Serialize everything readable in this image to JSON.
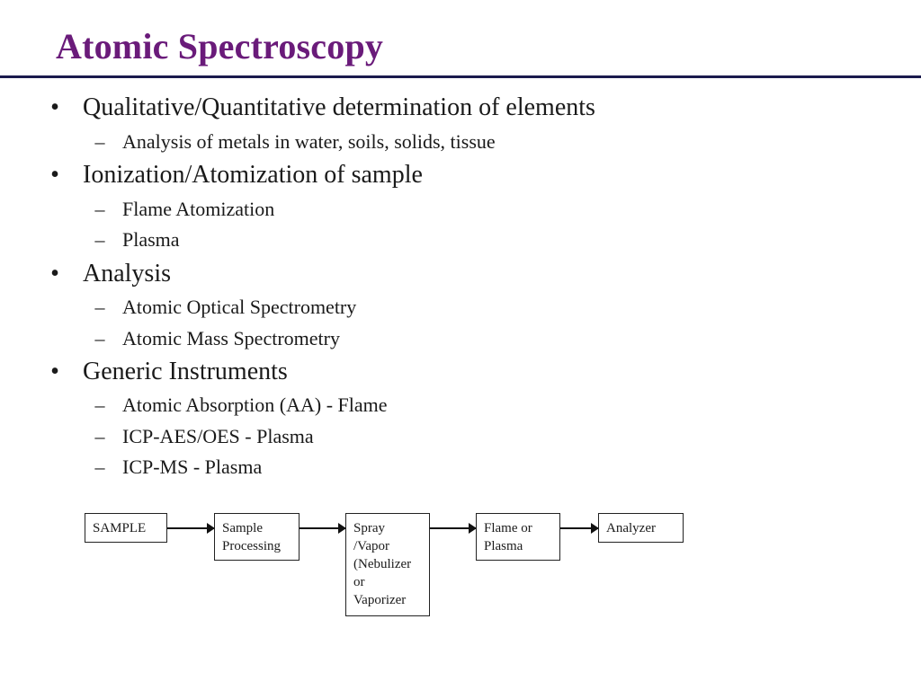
{
  "title": "Atomic Spectroscopy",
  "bullet_glyph": "•",
  "sub_glyph": "–",
  "bullets": [
    {
      "label": "Qualitative/Quantitative determination of elements",
      "subs": [
        "Analysis of metals in water, soils, solids, tissue"
      ]
    },
    {
      "label": "Ionization/Atomization of sample",
      "subs": [
        "Flame Atomization",
        "Plasma"
      ]
    },
    {
      "label": "Analysis",
      "subs": [
        "Atomic Optical Spectrometry",
        "Atomic Mass Spectrometry"
      ]
    },
    {
      "label": "Generic Instruments",
      "subs": [
        "Atomic Absorption (AA) - Flame",
        "ICP-AES/OES - Plasma",
        "ICP-MS - Plasma"
      ]
    }
  ],
  "flowchart": {
    "boxes": [
      {
        "lines": [
          "SAMPLE"
        ]
      },
      {
        "lines": [
          "Sample",
          "Processing"
        ]
      },
      {
        "lines": [
          "Spray",
          "/Vapor",
          "(Nebulizer",
          "or",
          "Vaporizer"
        ]
      },
      {
        "lines": [
          "Flame or",
          "Plasma"
        ]
      },
      {
        "lines": [
          "Analyzer"
        ]
      }
    ]
  },
  "colors": {
    "title": "#6a1b7a",
    "rule": "#1a1a4d"
  }
}
